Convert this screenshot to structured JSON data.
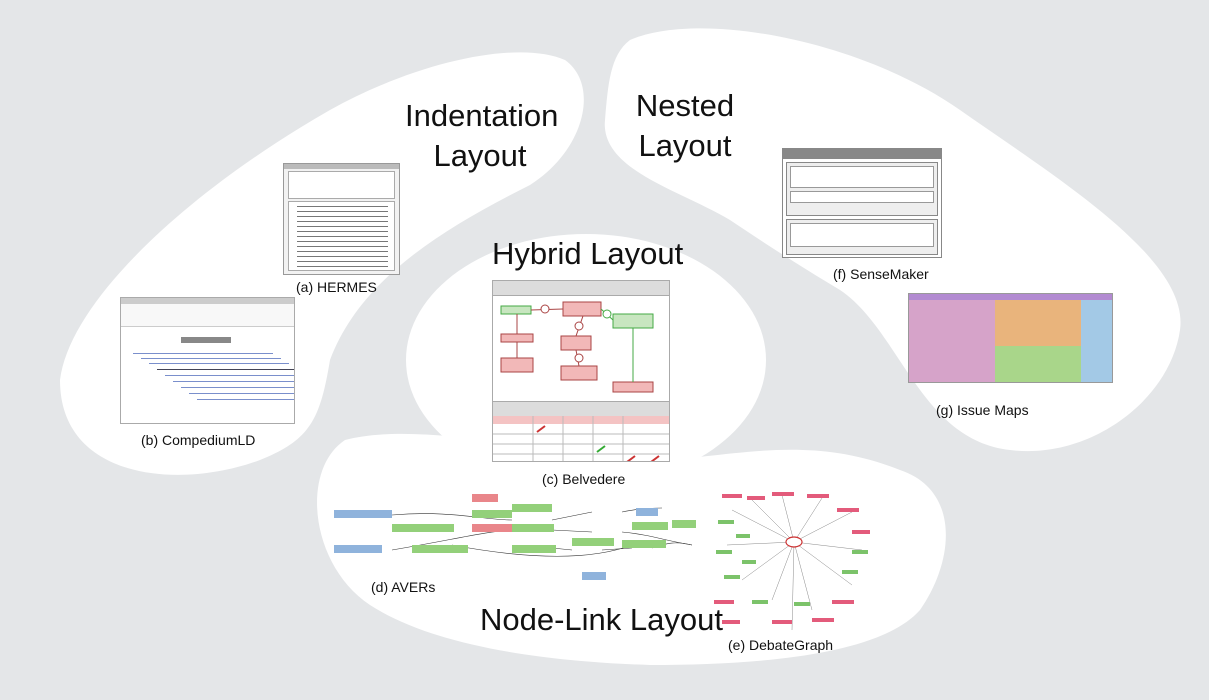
{
  "regions": {
    "indentation": {
      "line1": "Indentation",
      "line2": "Layout"
    },
    "nested": {
      "line1": "Nested",
      "line2": "Layout"
    },
    "hybrid": {
      "title": "Hybrid Layout"
    },
    "nodelink": {
      "title": "Node-Link Layout"
    }
  },
  "captions": {
    "hermes": "(a) HERMES",
    "compendium": "(b) CompediumLD",
    "belvedere": "(c) Belvedere",
    "avers": "(d) AVERs",
    "debategraph": "(e) DebateGraph",
    "sensemaker": "(f) SenseMaker",
    "issuemaps": "(g) Issue Maps"
  },
  "colors": {
    "background": "#e4e6e8",
    "region_fill": "#ffffff",
    "avers_blue": "#8fb3dc",
    "avers_green": "#93d07a",
    "avers_red": "#e9868a",
    "issue_pink": "#d6a3c9",
    "issue_orange": "#e9b47c",
    "issue_green": "#a9d68a",
    "issue_blue": "#a3c9e6"
  }
}
